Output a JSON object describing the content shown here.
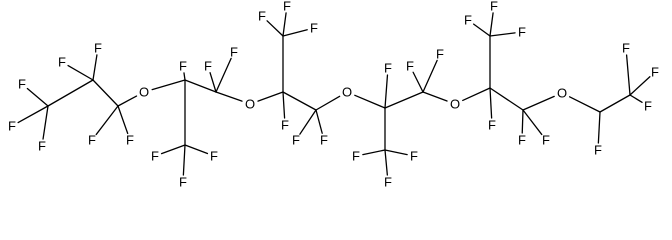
{
  "molecule": {
    "atoms": [
      {
        "id": "C1",
        "el": "C"
      },
      {
        "id": "C2",
        "el": "C"
      },
      {
        "id": "C3",
        "el": "C"
      },
      {
        "id": "O1",
        "el": "O"
      },
      {
        "id": "C4",
        "el": "C"
      },
      {
        "id": "C5",
        "el": "C"
      },
      {
        "id": "C6",
        "el": "C"
      },
      {
        "id": "O2",
        "el": "O"
      },
      {
        "id": "C7",
        "el": "C"
      },
      {
        "id": "C8",
        "el": "C"
      },
      {
        "id": "C9",
        "el": "C"
      },
      {
        "id": "O3",
        "el": "O"
      },
      {
        "id": "C10",
        "el": "C"
      },
      {
        "id": "C11",
        "el": "C"
      },
      {
        "id": "C12",
        "el": "C"
      },
      {
        "id": "O4",
        "el": "O"
      },
      {
        "id": "C13",
        "el": "C"
      },
      {
        "id": "C14",
        "el": "C"
      },
      {
        "id": "C15",
        "el": "C"
      },
      {
        "id": "O5",
        "el": "O"
      },
      {
        "id": "C16",
        "el": "C"
      },
      {
        "id": "C17",
        "el": "C"
      }
    ],
    "bonds": [
      [
        "C1",
        "C2"
      ],
      [
        "C2",
        "C3"
      ],
      [
        "C3",
        "O1"
      ],
      [
        "O1",
        "C4"
      ],
      [
        "C4",
        "C5"
      ],
      [
        "C4",
        "C6"
      ],
      [
        "C6",
        "O2"
      ],
      [
        "O2",
        "C7"
      ],
      [
        "C7",
        "C8"
      ],
      [
        "C7",
        "C9"
      ],
      [
        "C9",
        "O3"
      ],
      [
        "O3",
        "C10"
      ],
      [
        "C10",
        "C11"
      ],
      [
        "C10",
        "C12"
      ],
      [
        "C12",
        "O4"
      ],
      [
        "O4",
        "C13"
      ],
      [
        "C13",
        "C14"
      ],
      [
        "C13",
        "C15"
      ],
      [
        "C15",
        "O5"
      ],
      [
        "O5",
        "C16"
      ],
      [
        "C16",
        "C17"
      ]
    ],
    "substituents": [
      {
        "atom": "C1",
        "labels": [
          "F",
          "F",
          "F"
        ]
      },
      {
        "atom": "C2",
        "labels": [
          "F",
          "F"
        ]
      },
      {
        "atom": "C3",
        "labels": [
          "F",
          "F"
        ]
      },
      {
        "atom": "C4",
        "labels": [
          "F"
        ]
      },
      {
        "atom": "C5",
        "labels": [
          "F",
          "F",
          "F"
        ]
      },
      {
        "atom": "C6",
        "labels": [
          "F",
          "F"
        ]
      },
      {
        "atom": "C7",
        "labels": [
          "F"
        ]
      },
      {
        "atom": "C8",
        "labels": [
          "F",
          "F",
          "F"
        ]
      },
      {
        "atom": "C9",
        "labels": [
          "F",
          "F"
        ]
      },
      {
        "atom": "C10",
        "labels": [
          "F"
        ]
      },
      {
        "atom": "C11",
        "labels": [
          "F",
          "F",
          "F"
        ]
      },
      {
        "atom": "C12",
        "labels": [
          "F",
          "F"
        ]
      },
      {
        "atom": "C13",
        "labels": [
          "F"
        ]
      },
      {
        "atom": "C14",
        "labels": [
          "F",
          "F",
          "F"
        ]
      },
      {
        "atom": "C15",
        "labels": [
          "F",
          "F"
        ]
      },
      {
        "atom": "C16",
        "labels": [
          "F"
        ]
      },
      {
        "atom": "C17",
        "labels": [
          "F",
          "F",
          "F"
        ]
      }
    ]
  }
}
